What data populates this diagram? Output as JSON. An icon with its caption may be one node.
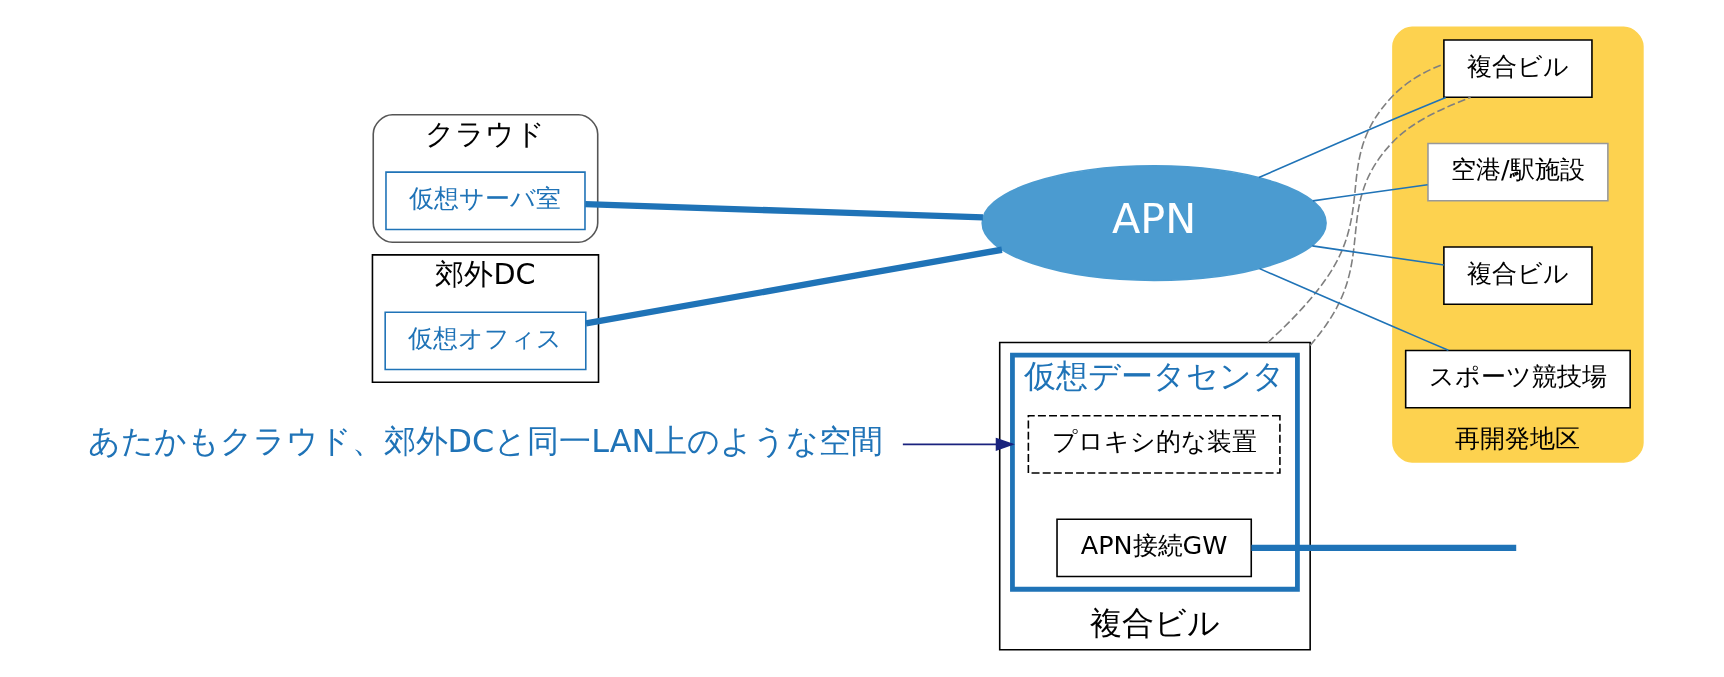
{
  "diagram": {
    "nodes": [
      {
        "text": [
          "あたかもクラウド、郊外DCと同一LAN上のような空間"
        ]
      },
      {
        "text": [
          "複合ビル"
        ]
      },
      {
        "text": [
          "仮想データセンタ"
        ],
        "in": 1
      },
      {
        "text": [
          "プロキシ的な装置"
        ],
        "in": 2
      },
      {
        "text": [
          "APN接続GW"
        ],
        "in": 2
      },
      {
        "text": [
          "クラウド"
        ]
      },
      {
        "text": [
          "仮想サーバ室"
        ],
        "in": 5
      },
      {
        "text": [
          "郊外DC"
        ]
      },
      {
        "text": [
          "仮想オフィス"
        ],
        "in": 7
      },
      {
        "text": [
          "APN"
        ]
      },
      {
        "text": [
          "再開発地区"
        ]
      },
      {
        "text": [
          "複合ビル"
        ],
        "in": 10
      },
      {
        "text": [
          "空港/駅施設"
        ],
        "in": 10
      },
      {
        "text": [
          "複合ビル"
        ],
        "in": 10
      },
      {
        "text": [
          "スポーツ競技場"
        ],
        "in": 10
      }
    ],
    "edges": [
      {
        "from": 0,
        "to": 2,
        "arrow": "to",
        "color": "#1a237e"
      },
      {
        "from": 4,
        "to": null,
        "arrow": "none",
        "style": "thick"
      },
      {
        "from": 6,
        "to": 9,
        "arrow": "none",
        "style": "thick"
      },
      {
        "from": 8,
        "to": 9,
        "arrow": "none",
        "style": "thick"
      },
      {
        "from": 9,
        "to": 11,
        "arrow": "none"
      },
      {
        "from": 9,
        "to": 12,
        "arrow": "none"
      },
      {
        "from": 9,
        "to": 13,
        "arrow": "none"
      },
      {
        "from": 9,
        "to": 14,
        "arrow": "none"
      },
      {
        "from": 1,
        "to": 11,
        "arrow": "none",
        "style": "dashed",
        "color": "#7f7f7f"
      },
      {
        "from": 1,
        "to": 11,
        "arrow": "none",
        "style": "dashed",
        "color": "#7f7f7f"
      }
    ]
  }
}
